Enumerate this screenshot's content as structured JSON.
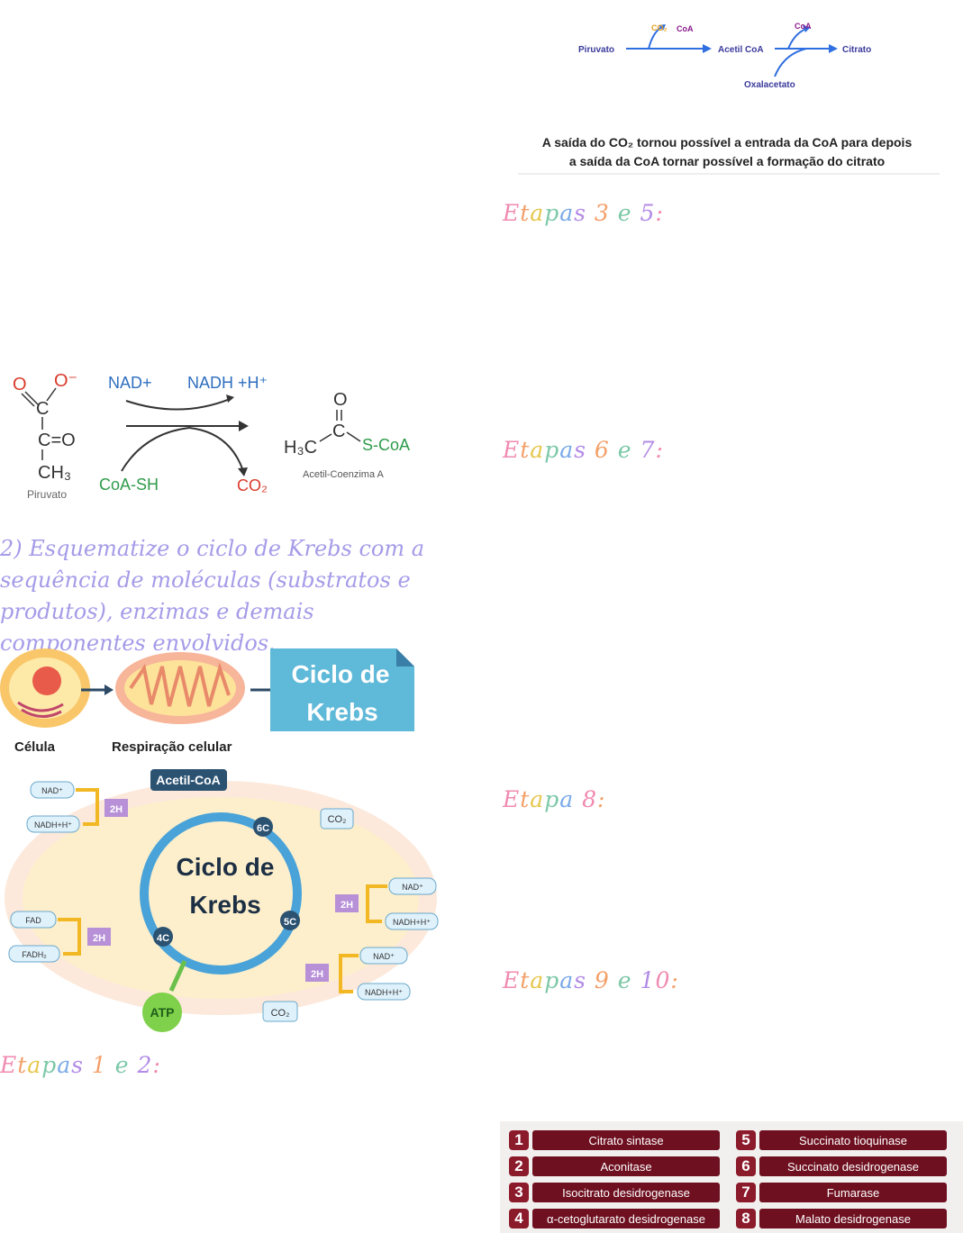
{
  "top_diagram": {
    "piruvato": "Piruvato",
    "co2": "CO₂",
    "coa1": "CoA",
    "acetil": "Acetil CoA",
    "coa2": "CoA",
    "citrato": "Citrato",
    "oxalacetato": "Oxalacetato",
    "caption_line1": "A saída do CO₂ tornou possível a entrada da CoA para depois",
    "caption_line2": "a saída da CoA tornar possível a formação do citrato"
  },
  "headings": {
    "etapas_3_5": "Etapas 3 e 5:",
    "etapas_6_7": "Etapas 6 e 7:",
    "etapa_8": "Etapa 8:",
    "etapas_9_10": "Etapas 9 e 10:",
    "etapas_1_2": "Etapas 1 e 2:"
  },
  "reaction": {
    "o_minus": "O⁻",
    "o": "O",
    "c": "C",
    "c_o": "C=O",
    "ch3": "CH₃",
    "piruvato": "Piruvato",
    "nad": "NAD+",
    "nadh": "NADH +H⁺",
    "coash": "CoA-SH",
    "co2": "CO₂",
    "h3c": "H₃C",
    "scoa": "S-CoA",
    "acetil_label": "Acetil-Coenzima A"
  },
  "question": "2) Esquematize o ciclo de Krebs com a sequência de moléculas (substratos e produtos), enzimas e demais componentes envolvidos.",
  "krebs_figure": {
    "celula": "Célula",
    "respiracao": "Respiração celular",
    "ciclo_title_1": "Ciclo de",
    "ciclo_title_2": "Krebs",
    "acetil": "Acetil-CoA",
    "nad": "NAD⁺",
    "nadh": "NADH+H⁺",
    "two_h": "2H",
    "co2": "CO₂",
    "fad": "FAD",
    "fadh2": "FADH₂",
    "atp": "ATP",
    "c6": "6C",
    "c5": "5C",
    "c4": "4C"
  },
  "enzymes": [
    {
      "n": "1",
      "name": "Citrato sintase"
    },
    {
      "n": "2",
      "name": "Aconitase"
    },
    {
      "n": "3",
      "name": "Isocitrato desidrogenase"
    },
    {
      "n": "4",
      "name": "α-cetoglutarato desidrogenase"
    },
    {
      "n": "5",
      "name": "Succinato tioquinase"
    },
    {
      "n": "6",
      "name": "Succinato desidrogenase"
    },
    {
      "n": "7",
      "name": "Fumarase"
    },
    {
      "n": "8",
      "name": "Malato desidrogenase"
    }
  ],
  "colors": {
    "enzyme_box": "#6e1020",
    "cycle": "#4aa3d8",
    "question": "#a59be8"
  }
}
